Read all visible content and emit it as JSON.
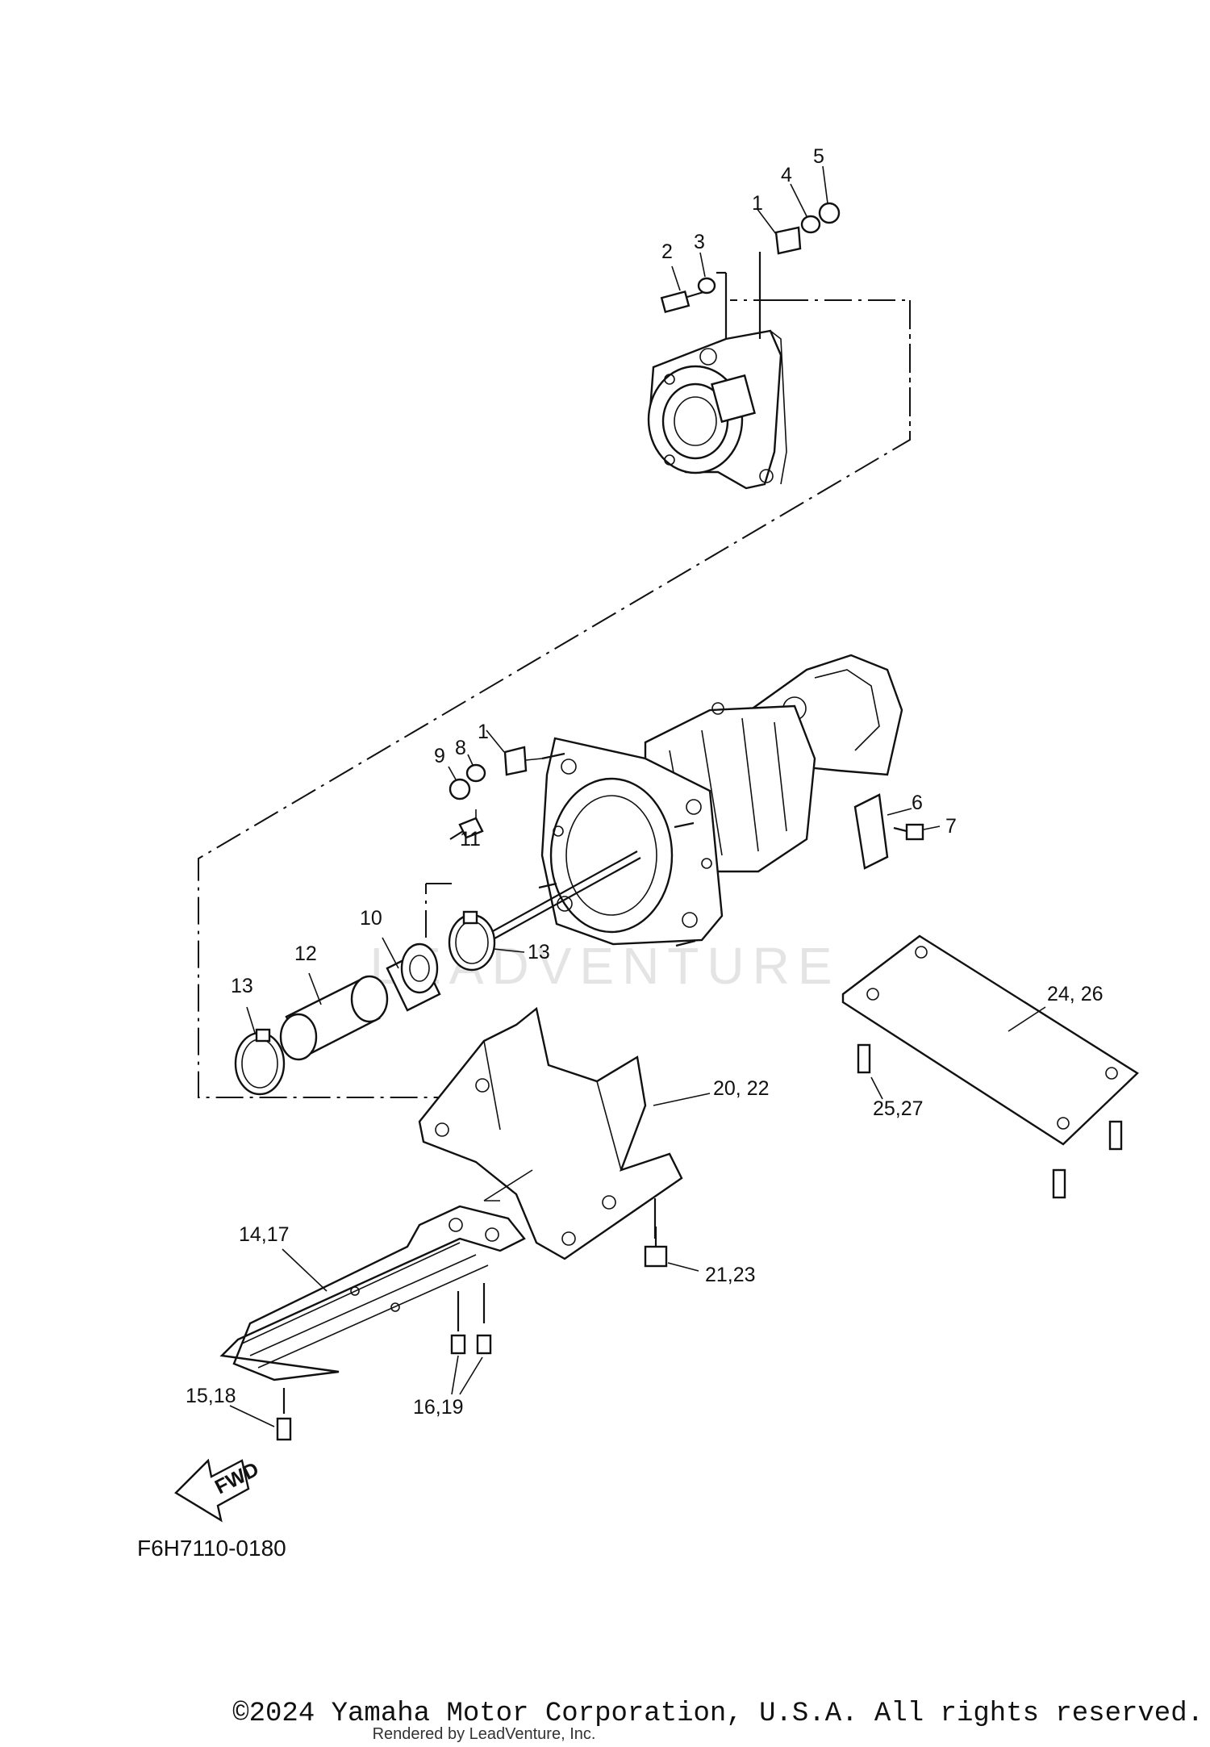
{
  "watermark": "LEADVENTURE",
  "diagram_code": "F6H7110-0180",
  "fwd_label": "FWD",
  "copyright": "©2024 Yamaha Motor Corporation, U.S.A. All rights reserved.",
  "rendered_by": "Rendered by LeadVenture, Inc.",
  "callouts": {
    "c1_top": "1",
    "c2": "2",
    "c3": "3",
    "c4": "4",
    "c5": "5",
    "c1_mid": "1",
    "c6": "6",
    "c7": "7",
    "c8": "8",
    "c9": "9",
    "c10": "10",
    "c11": "11",
    "c12": "12",
    "c13_left": "13",
    "c13_right": "13",
    "c14_17": "14,17",
    "c15_18": "15,18",
    "c16_19": "16,19",
    "c20_22": "20, 22",
    "c21_23": "21,23",
    "c24_26": "24, 26",
    "c25_27": "25,27"
  }
}
